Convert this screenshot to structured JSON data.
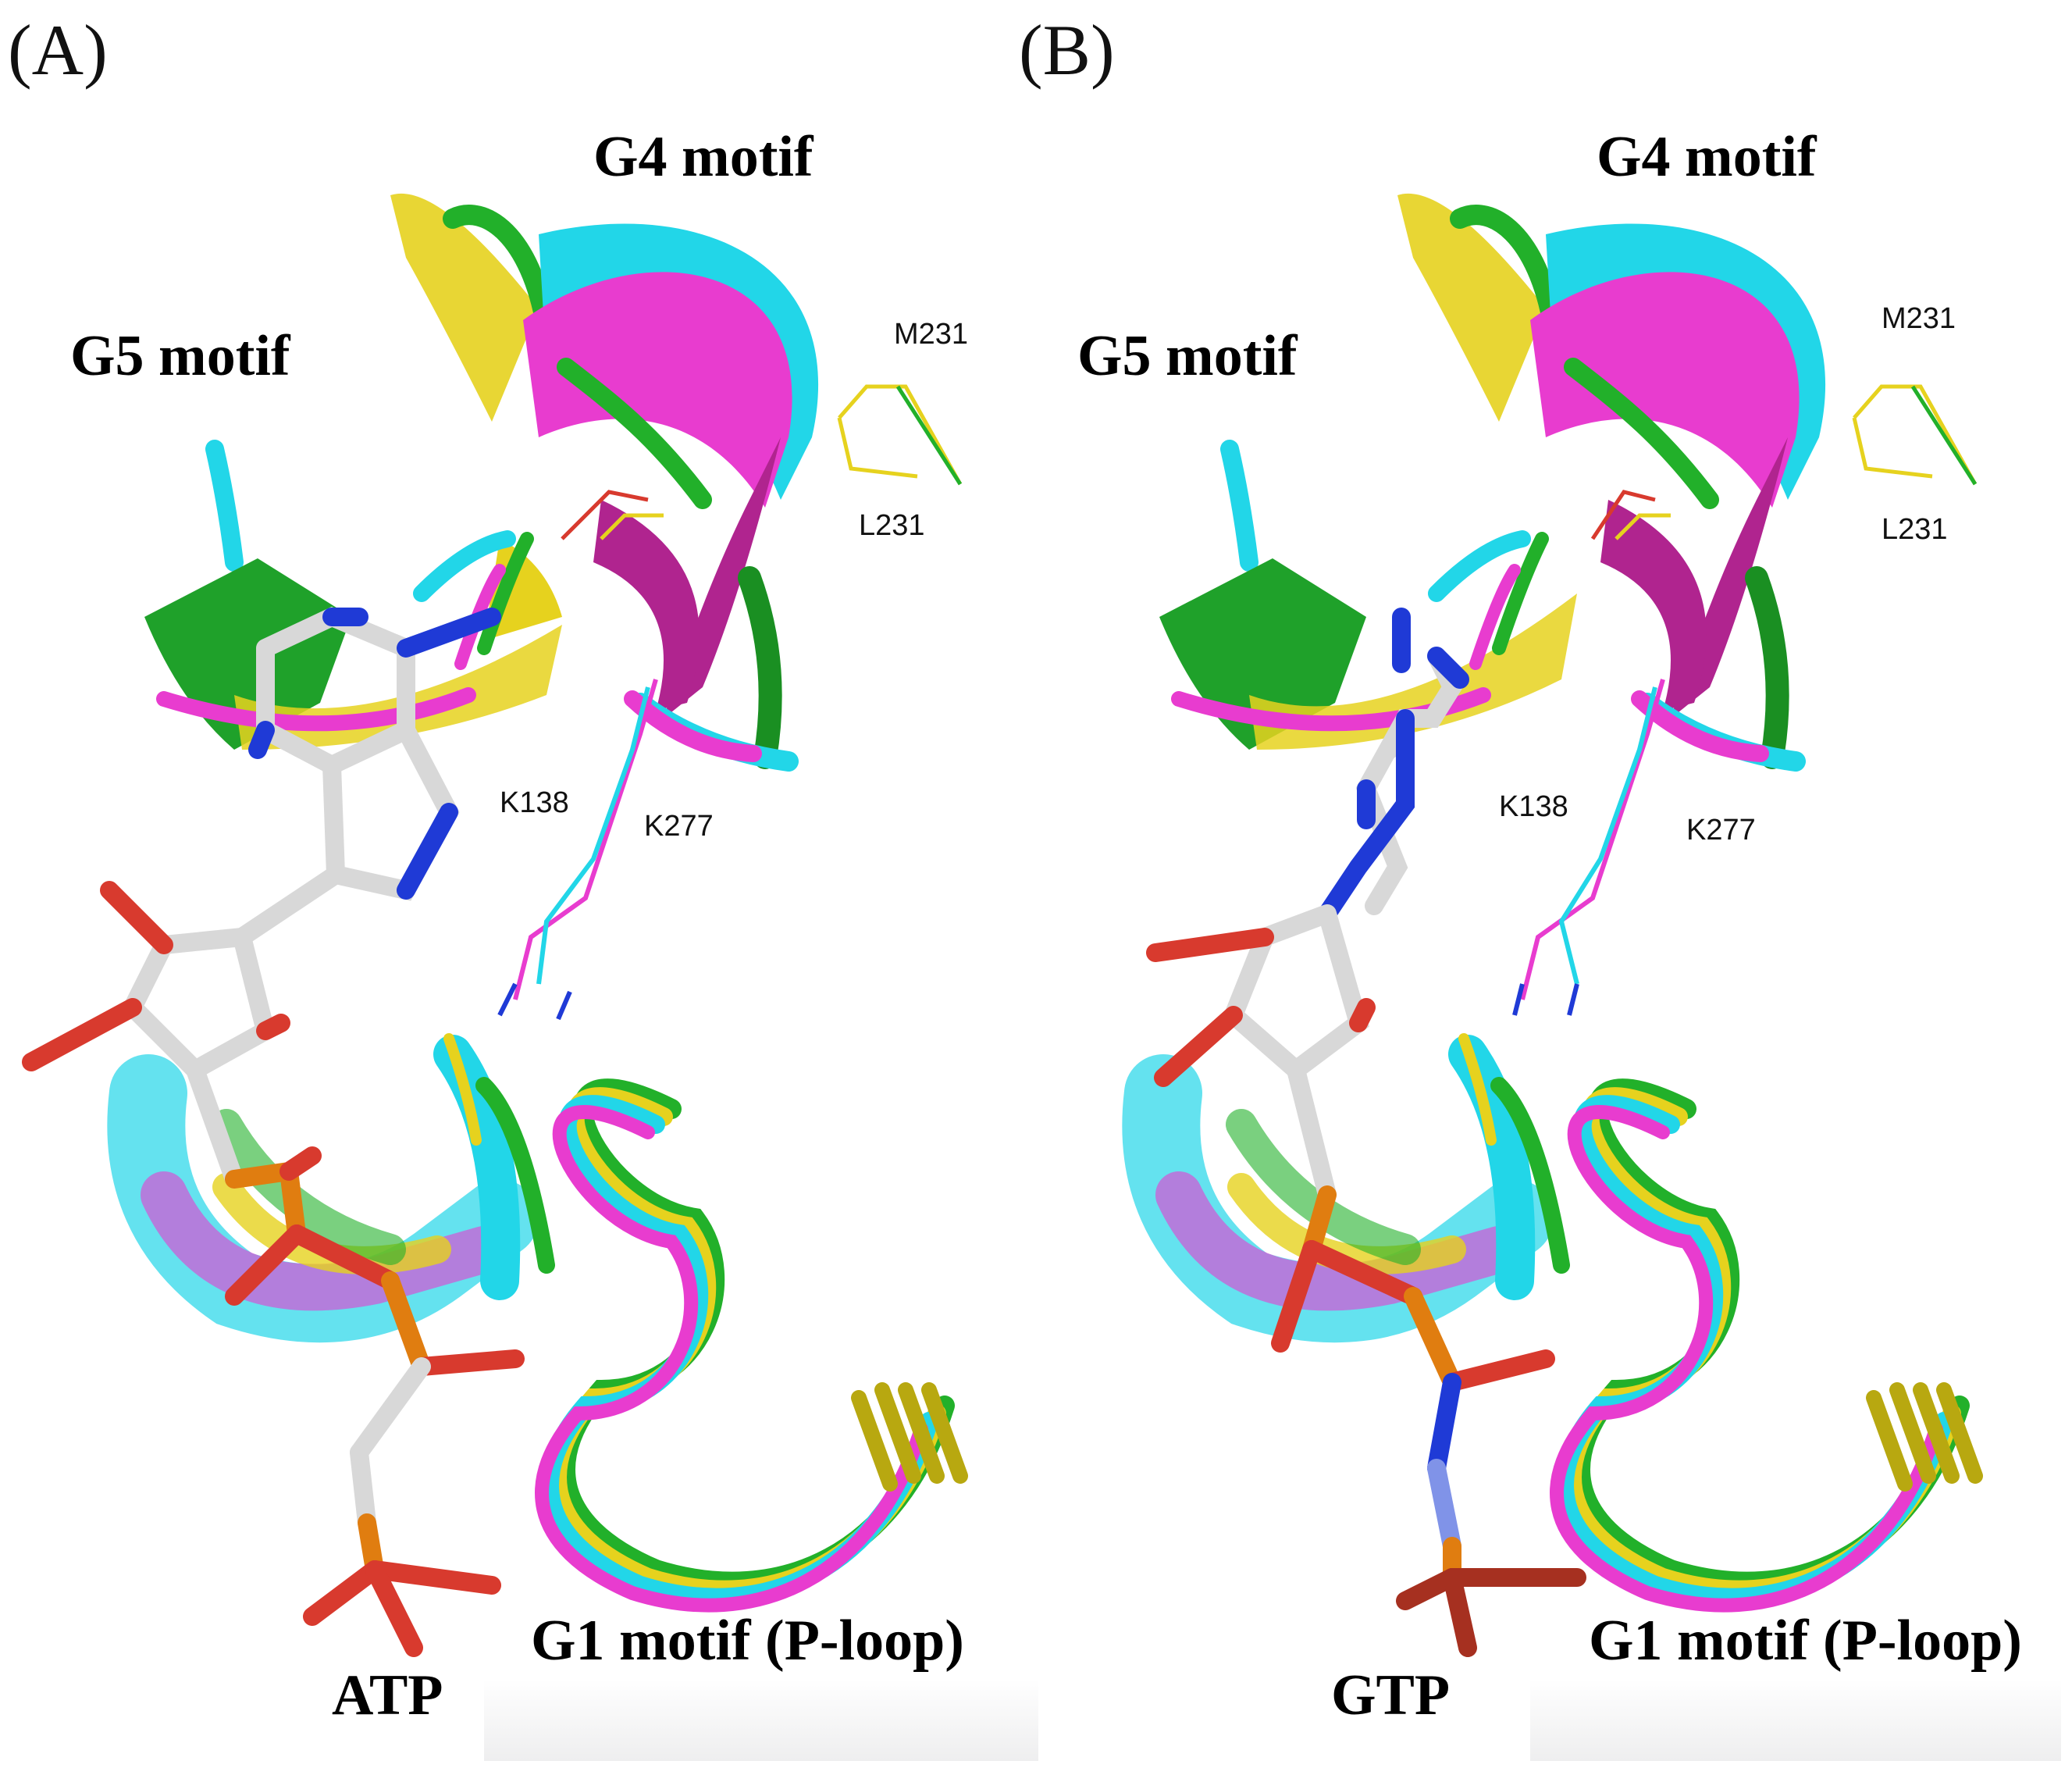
{
  "panels": [
    {
      "letter": "(A)",
      "g4": "G4 motif",
      "g5": "G5 motif",
      "g1": "G1 motif (P-loop)",
      "ligand": "ATP",
      "residues": {
        "m231": "M231",
        "l231": "L231",
        "k138": "K138",
        "k277": "K277"
      }
    },
    {
      "letter": "(B)",
      "g4": "G4 motif",
      "g5": "G5 motif",
      "g1": "G1 motif (P-loop)",
      "ligand": "GTP",
      "residues": {
        "m231": "M231",
        "l231": "L231",
        "k138": "K138",
        "k277": "K277"
      }
    }
  ],
  "colors": {
    "magenta": "#e83ccf",
    "cyan": "#22d6e8",
    "green": "#22b02a",
    "yellow": "#e6d21e",
    "carbon": "#d8d8d8",
    "nitrogen": "#1f3ad6",
    "oxygen": "#d83a2e",
    "phosphorus": "#e07d10"
  }
}
